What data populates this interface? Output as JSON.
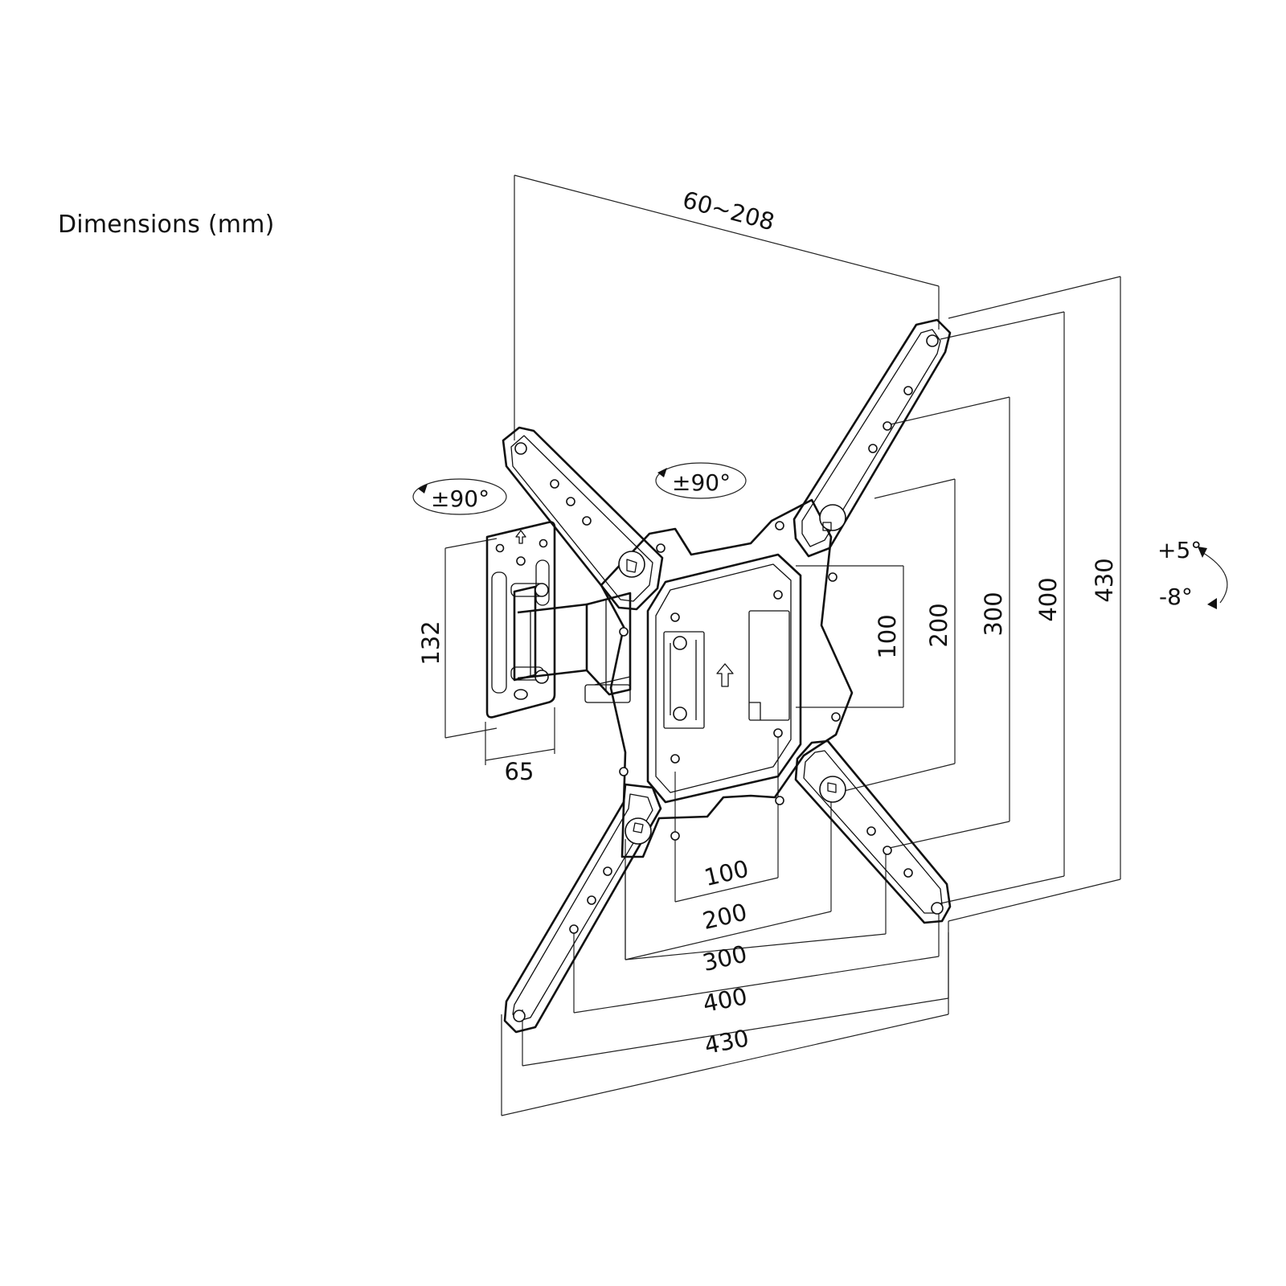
{
  "title": "Dimensions (mm)",
  "dimensions": {
    "depth": "60~208",
    "wall_plate_height": "132",
    "wall_plate_width": "65",
    "vesa_h_100": "100",
    "vesa_h_200": "200",
    "vesa_h_300": "300",
    "vesa_h_400": "400",
    "overall_width": "430",
    "vesa_v_100": "100",
    "vesa_v_200": "200",
    "vesa_v_300": "300",
    "vesa_v_400": "400",
    "overall_height": "430"
  },
  "rotations": {
    "swivel_wall": "±90°",
    "swivel_arm": "±90°",
    "tilt_up": "+5°",
    "tilt_down": "-8°"
  }
}
